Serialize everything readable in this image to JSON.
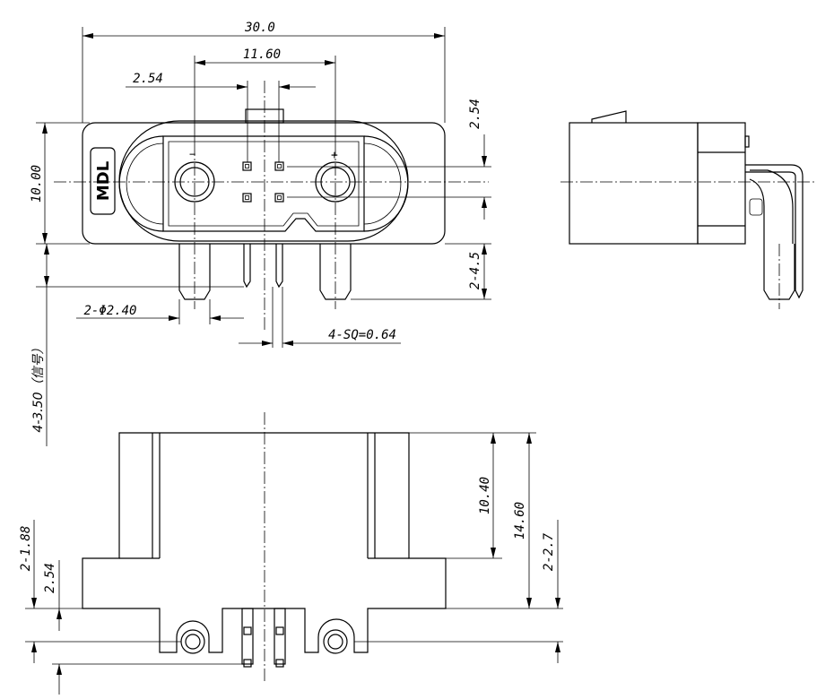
{
  "brand_mark": "MDL",
  "polarity": {
    "negative": "−",
    "positive": "+"
  },
  "dimensions": {
    "overall_width": "30.0",
    "pin_spacing": "11.60",
    "signal_pitch": "2.54",
    "signal_offset": "2.54",
    "body_height": "10.00",
    "pin_length": "2-4.5",
    "pin_diameter": "2-Φ2.40",
    "signal_pin_size": "4-SQ=0.64",
    "signal_pin_length": "4-3.50（信号）",
    "depth_inner": "10.40",
    "depth_outer": "14.60",
    "lower_pin": "2-2.7",
    "flange_a": "2-1.88",
    "flange_b": "2.54"
  }
}
